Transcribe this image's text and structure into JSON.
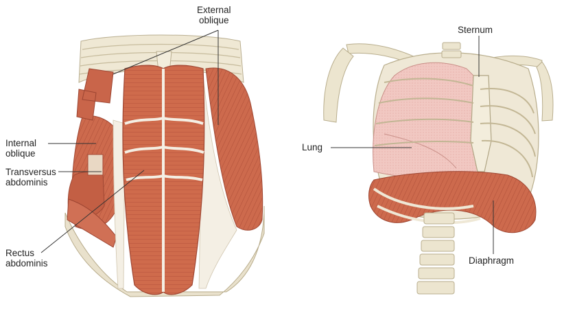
{
  "figures": [
    {
      "id": "abdominal-wall",
      "labels": {
        "external_oblique": [
          "External",
          "oblique"
        ],
        "internal_oblique": [
          "Internal",
          "oblique"
        ],
        "transversus_abdominis": [
          "Transversus",
          "abdominis"
        ],
        "rectus_abdominis": [
          "Rectus",
          "abdominis"
        ]
      }
    },
    {
      "id": "thorax",
      "labels": {
        "sternum": "Sternum",
        "lung": "Lung",
        "diaphragm": "Diaphragm"
      }
    }
  ],
  "colors": {
    "muscle": "#cf6b4c",
    "muscle_dark": "#b1503a",
    "tendon": "#f4efe4",
    "bone": "#ece5cf",
    "bone_edge": "#b8ad8c",
    "lung": "#f0c3bd",
    "leader_line": "#333333"
  }
}
